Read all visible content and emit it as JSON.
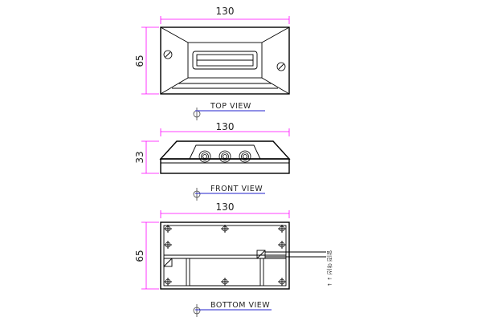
{
  "views": {
    "top": {
      "label": "TOP VIEW",
      "width_dim": "130",
      "height_dim": "65"
    },
    "front": {
      "label": "FRONT VIEW",
      "width_dim": "130",
      "height_dim": "33"
    },
    "bottom": {
      "label": "BOTTOM VIEW",
      "width_dim": "130",
      "height_dim": "65",
      "side_note": "알|전 야|선 ↓ ↓"
    }
  }
}
